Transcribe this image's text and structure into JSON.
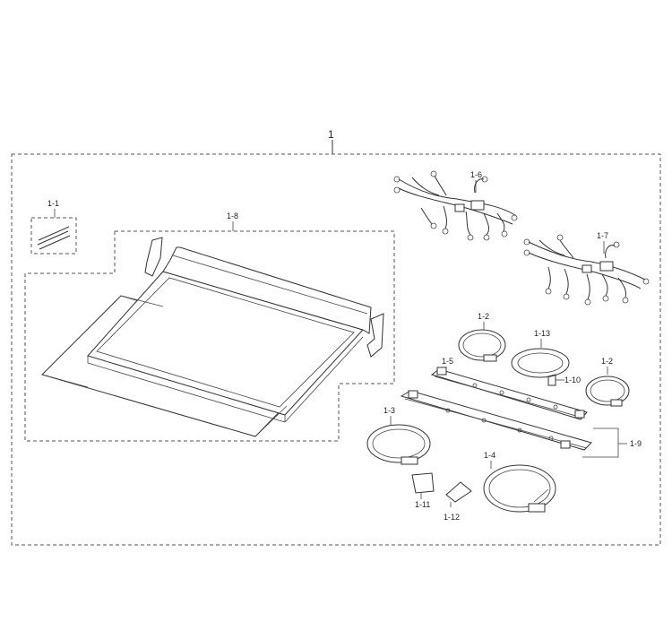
{
  "labels": {
    "assembly": "1",
    "p1_1": "1-1",
    "p1_2a": "1-2",
    "p1_2b": "1-2",
    "p1_3": "1-3",
    "p1_4": "1-4",
    "p1_5": "1-5",
    "p1_6": "1-6",
    "p1_7": "1-7",
    "p1_8": "1-8",
    "p1_9": "1-9",
    "p1_10": "1-10",
    "p1_11": "1-11",
    "p1_12": "1-12",
    "p1_13": "1-13"
  }
}
